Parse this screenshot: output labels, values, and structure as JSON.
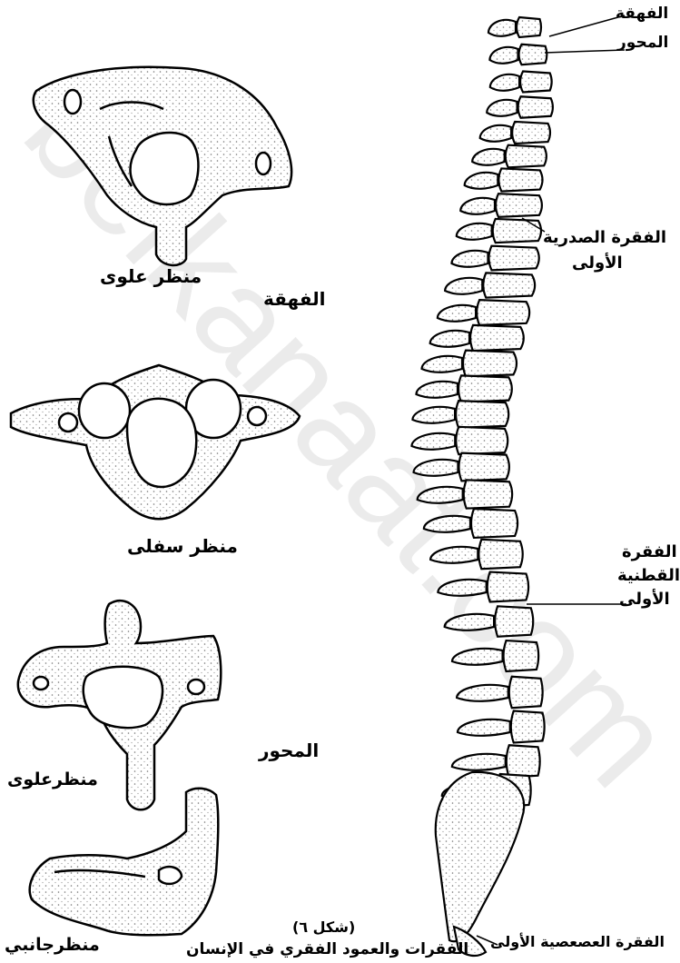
{
  "labels": {
    "atlas_top": "الفهقة",
    "axis_top": "المحور",
    "first_thoracic_line1": "الفقرة الصدرية",
    "first_thoracic_line2": "الأولى",
    "first_lumbar_line1": "الفقرة",
    "first_lumbar_line2": "القطنية",
    "first_lumbar_line3": "الأولى",
    "first_coccygeal": "الفقرة العصعصية الأولى",
    "atlas_superior_view": "منظر علوى",
    "atlas_name": "الفهقة",
    "atlas_inferior_view": "منظر سفلى",
    "axis_name": "المحور",
    "axis_superior_view": "منظرعلوى",
    "axis_lateral_view": "منظرجانبي",
    "figure_number": "(شكل ٦)",
    "caption": "الفقرات والعمود الفقري في الإنسان"
  },
  "watermark": "belkanaat.com",
  "colors": {
    "ink": "#000000",
    "paper": "#ffffff",
    "shade": "#d9d9d9",
    "watermark": "#e6e6e6"
  }
}
